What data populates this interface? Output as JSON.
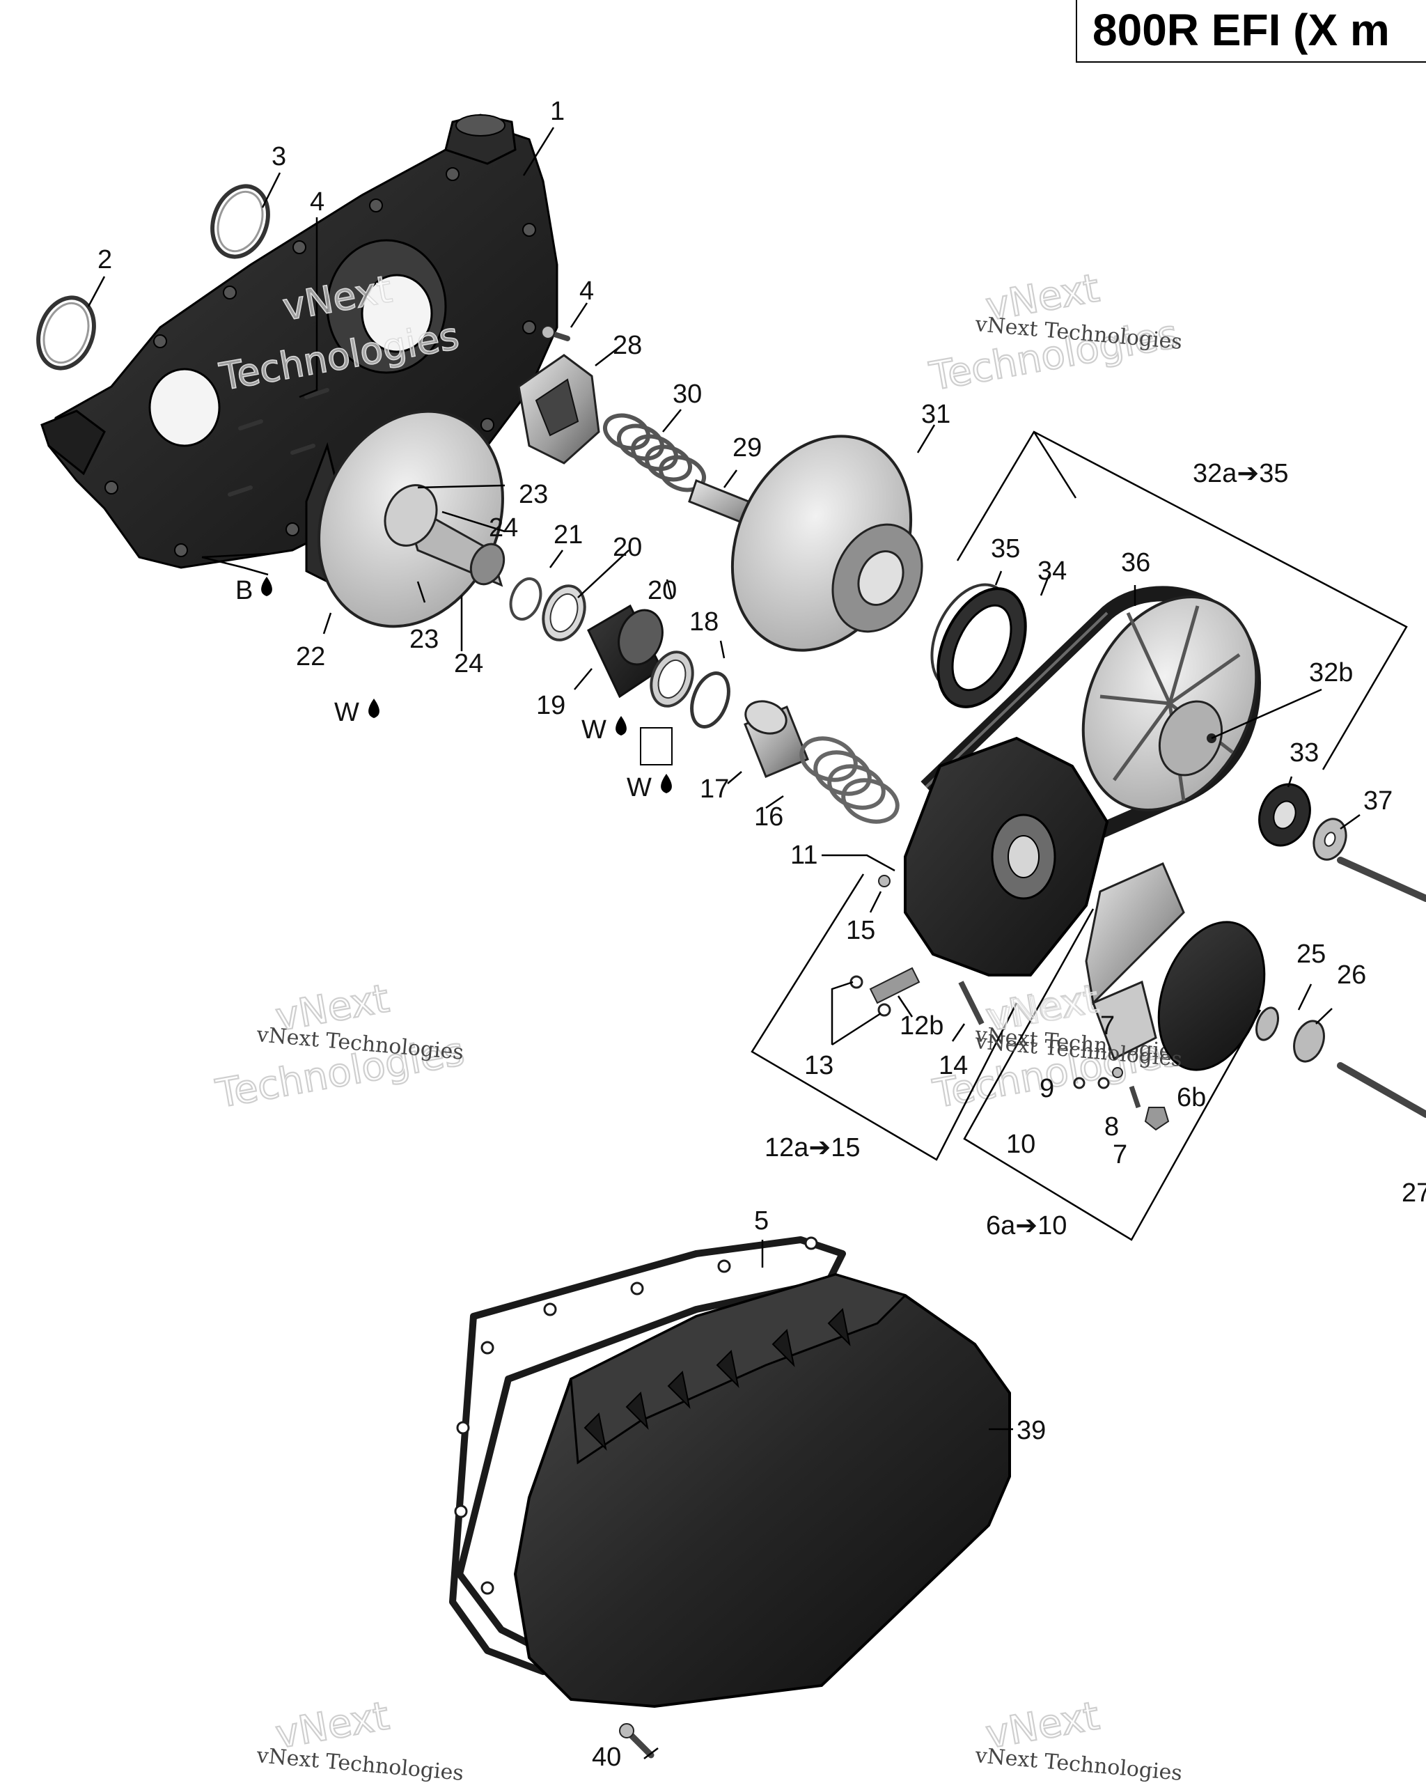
{
  "header": {
    "title": "800R EFI (X m"
  },
  "callouts": {
    "p1": "1",
    "p2": "2",
    "p3": "3",
    "p4a": "4",
    "p4b": "4",
    "p5": "5",
    "p7a": "7",
    "p7b": "7",
    "p8": "8",
    "p9": "9",
    "p10": "10",
    "p11": "11",
    "p12b": "12b",
    "p13": "13",
    "p14": "14",
    "p15": "15",
    "p16": "16",
    "p17": "17",
    "p18": "18",
    "p19": "19",
    "p20a": "20",
    "p20b": "20",
    "p21": "21",
    "p22": "22",
    "p23a": "23",
    "p23b": "23",
    "p24a": "24",
    "p24b": "24",
    "p25": "25",
    "p26": "26",
    "p27": "27",
    "p28": "28",
    "p29": "29",
    "p30": "30",
    "p31": "31",
    "p32b": "32b",
    "p33": "33",
    "p34": "34",
    "p35": "35",
    "p36": "36",
    "p37": "37",
    "p39": "39",
    "p40": "40",
    "p6b": "6b",
    "grp32": "32a➔35",
    "grp12": "12a➔15",
    "grp6": "6a➔10",
    "lubeB": "B",
    "lubeW1": "W",
    "lubeW2": "W",
    "lubeW3": "W"
  },
  "watermarks": {
    "brand_line1": "vNext",
    "brand_line2": "Technologies",
    "brand_small": "vNext Technologies"
  }
}
